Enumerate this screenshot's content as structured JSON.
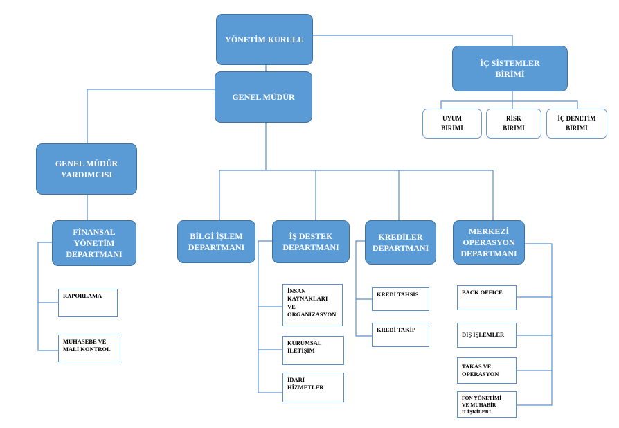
{
  "board": {
    "label": "YÖNETİM KURULU"
  },
  "internal_systems": {
    "label": "İÇ SİSTEMLER\nBİRİMİ",
    "units": [
      {
        "label": "UYUM\nBİRİMİ"
      },
      {
        "label": "RİSK\nBİRİMİ"
      },
      {
        "label": "İÇ DENETİM\nBİRİMİ"
      }
    ]
  },
  "general_manager": {
    "label": "GENEL MÜDÜR"
  },
  "deputy_gm": {
    "label": "GENEL MÜDÜR\nYARDIMCISI"
  },
  "finance": {
    "label": "FİNANSAL\nYÖNETİM\nDEPARTMANI",
    "units": [
      {
        "label": "RAPORLAMA"
      },
      {
        "label": "MUHASEBE VE\nMALİ KONTROL"
      }
    ]
  },
  "it": {
    "label": "BİLGİ İŞLEM\nDEPARTMANI"
  },
  "business_support": {
    "label": "İŞ DESTEK\nDEPARTMANI",
    "units": [
      {
        "label": "İNSAN\nKAYNAKLARI\nVE\nORGANİZASYON"
      },
      {
        "label": "KURUMSAL\nİLETİŞİM"
      },
      {
        "label": "İDARİ\nHİZMETLER"
      }
    ]
  },
  "credits": {
    "label": "KREDİLER\nDEPARTMANI",
    "units": [
      {
        "label": "KREDİ TAHSİS"
      },
      {
        "label": "KREDİ TAKİP"
      }
    ]
  },
  "central_ops": {
    "label": "MERKEZİ\nOPERASYON\nDEPARTMANI",
    "units": [
      {
        "label": "BACK OFFICE"
      },
      {
        "label": "DIŞ İŞLEMLER"
      },
      {
        "label": "TAKAS VE\nOPERASYON"
      },
      {
        "label": "FON YÖNETİMİ\nVE MUHABİR\nİLİŞKİLERİ"
      }
    ]
  }
}
